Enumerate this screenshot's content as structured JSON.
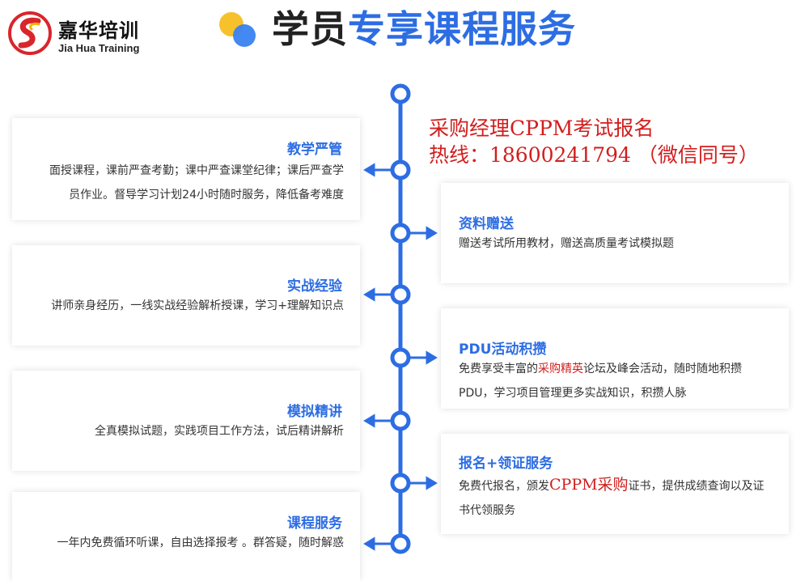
{
  "brand": {
    "name_cn": "嘉华培训",
    "name_en": "Jia Hua Training"
  },
  "header": {
    "title_part1": "学员",
    "title_part2": "专享课程服务"
  },
  "hotline": {
    "line1": "采购经理CPPM考试报名",
    "line2": "热线：18600241794 （微信同号）"
  },
  "left_cards": [
    {
      "title": "教学严管",
      "line1": "面授课程，课前严查考勤；课中严查课堂纪律；课后严查学",
      "line2": "员作业。督导学习计划24小时随时服务，降低备考难度"
    },
    {
      "title": "实战经验",
      "line1": "讲师亲身经历，一线实战经验解析授课，学习+理解知识点",
      "line2": ""
    },
    {
      "title": "模拟精讲",
      "line1": "全真模拟试题，实践项目工作方法，试后精讲解析",
      "line2": ""
    },
    {
      "title": "课程服务",
      "line1": "一年内免费循环听课，自由选择报考 。群答疑，随时解惑",
      "line2": ""
    }
  ],
  "right_cards": [
    {
      "title": "资料赠送",
      "line1": "赠送考试所用教材，赠送高质量考试模拟题"
    },
    {
      "title": "PDU活动积攒",
      "line1_pre": "免费享受丰富的",
      "line1_red": "采购精英",
      "line1_post": "论坛及峰会活动，随时随地积攒",
      "line2": "PDU，学习项目管理更多实战知识，积攒人脉"
    },
    {
      "title": "报名+领证服务",
      "line1_pre": "免费代报名，颁发",
      "line1_red": "CPPM采购",
      "line1_post": "证书，提供成绩查询以及证",
      "line2": "书代领服务"
    }
  ],
  "colors": {
    "accent_blue": "#2d6de3",
    "hotline_red": "#d21e1e",
    "dot_yellow": "#f6c12b",
    "dot_blue": "#3a82f0"
  }
}
